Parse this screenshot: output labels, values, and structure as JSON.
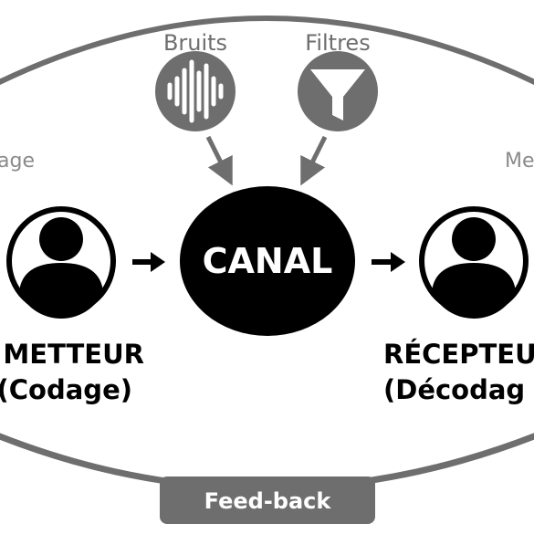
{
  "diagram": {
    "noise": {
      "label": "Bruits",
      "icon": "sound-wave-icon"
    },
    "filters": {
      "label": "Filtres",
      "icon": "funnel-icon"
    },
    "left_edge_label": "age",
    "right_edge_label": "Me",
    "canal": {
      "label": "CANAL"
    },
    "sender": {
      "title": "METTEUR",
      "subtitle": "(Codage)",
      "icon": "person-icon"
    },
    "receiver": {
      "title": "RÉCEPTEU",
      "subtitle": "(Décodag",
      "icon": "person-icon"
    },
    "feedback": {
      "label": "Feed-back"
    },
    "colors": {
      "gray": "#6e6e6e",
      "light_gray_text": "#8a8a8a",
      "black": "#000000",
      "white": "#ffffff"
    }
  }
}
